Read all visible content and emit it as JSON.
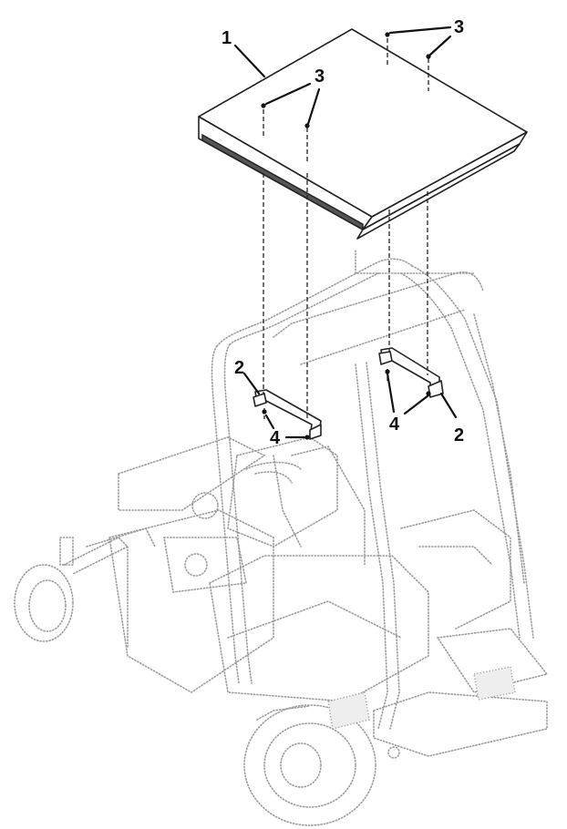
{
  "callouts": {
    "one": "1",
    "two_left": "2",
    "two_right": "2",
    "three_top": "3",
    "three_mid": "3",
    "four_left": "4",
    "four_right": "4"
  },
  "colors": {
    "ink": "#111111",
    "stipple": "#9a9a9a",
    "paper": "#ffffff"
  }
}
